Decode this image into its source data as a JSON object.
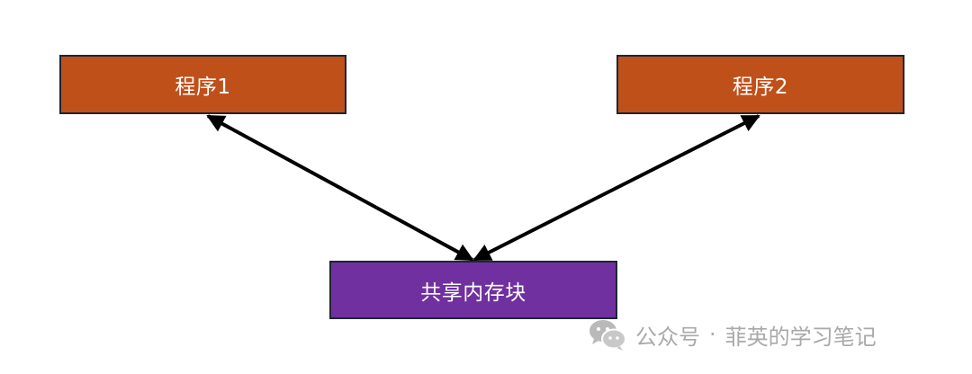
{
  "colors": {
    "program_box": "#c0501a",
    "memory_box": "#7030a0",
    "border": "#1f2533",
    "arrow": "#000000",
    "watermark_text": "#a9a9a9"
  },
  "diagram": {
    "nodes": {
      "program1": "程序1",
      "program2": "程序2",
      "shared_memory": "共享内存块"
    },
    "edges": [
      {
        "from": "program1",
        "to": "shared_memory",
        "bidirectional": true
      },
      {
        "from": "program2",
        "to": "shared_memory",
        "bidirectional": true
      }
    ]
  },
  "watermark": {
    "icon": "wechat-icon",
    "source": "公众号",
    "separator": "·",
    "account": "菲英的学习笔记"
  }
}
